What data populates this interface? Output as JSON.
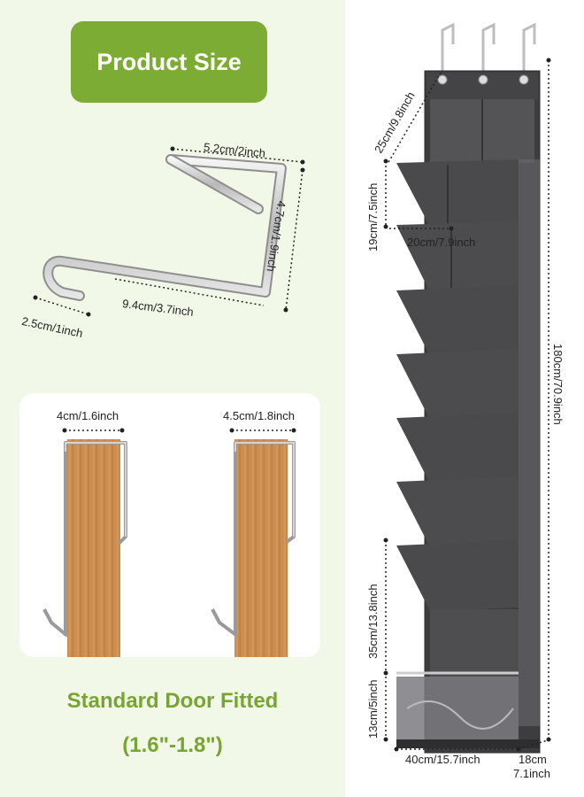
{
  "header": {
    "title": "Product Size"
  },
  "hook_dims": {
    "width": "5.2cm/2inch",
    "height": "4.7cm/1.9inch",
    "length": "9.4cm/3.7inch",
    "tip": "2.5cm/1inch"
  },
  "door_fit": {
    "left_gap": "4cm/1.6inch",
    "right_gap": "4.5cm/1.8inch",
    "caption": "Standard Door Fitted",
    "range": "(1.6\"-1.8\")"
  },
  "organizer_dims": {
    "top_pocket": "25cm/9.8inch",
    "pocket_height": "19cm/7.5inch",
    "pocket_width": "20cm/7.9inch",
    "total_height": "180cm/70.9inch",
    "bottom_pocket": "35cm/13.8inch",
    "base_pocket": "13cm/5inch",
    "total_width": "40cm/15.7inch",
    "depth_cm": "18cm",
    "depth_inch": "7.1inch"
  },
  "colors": {
    "accent_green": "#7dac34",
    "left_panel_bg": "#f2f8e7",
    "fabric_gray": "#3d3d3f",
    "wood": "#c8894b"
  }
}
